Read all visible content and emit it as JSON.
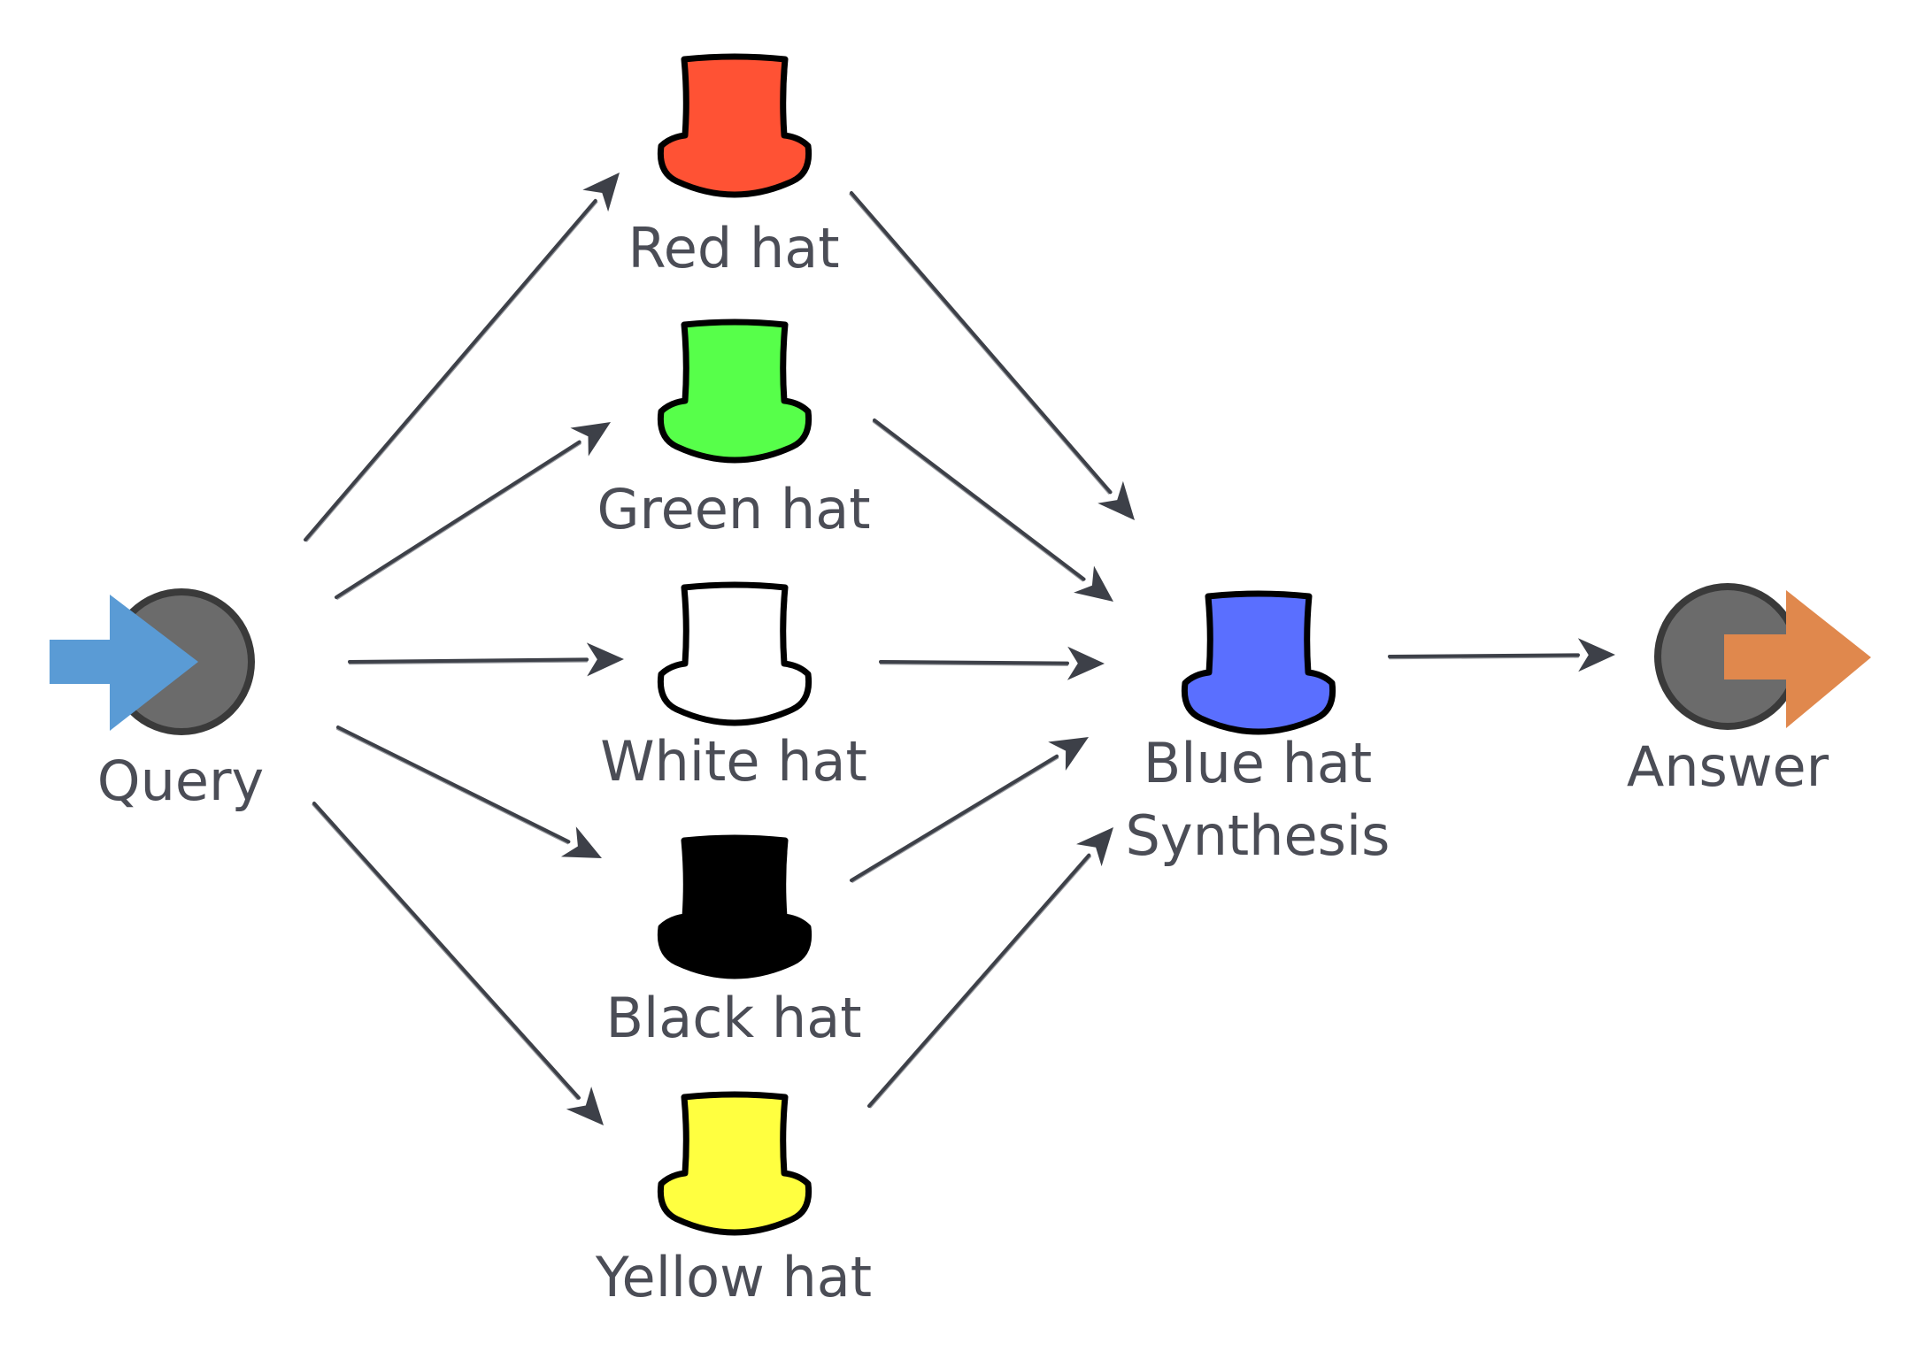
{
  "nodes": {
    "query": {
      "label": "Query",
      "fill": "#6b6b6b",
      "arrow_color": "#5a9bd5"
    },
    "answer": {
      "label": "Answer",
      "fill": "#6b6b6b",
      "arrow_color": "#e0884d"
    },
    "red_hat": {
      "label": "Red hat",
      "color": "#ff5234",
      "icon": "top-hat-icon"
    },
    "green_hat": {
      "label": "Green hat",
      "color": "#57ff4a",
      "icon": "top-hat-icon"
    },
    "white_hat": {
      "label": "White hat",
      "color": "#ffffff",
      "icon": "top-hat-icon"
    },
    "black_hat": {
      "label": "Black hat",
      "color": "#000000",
      "icon": "top-hat-icon"
    },
    "yellow_hat": {
      "label": "Yellow hat",
      "color": "#ffff40",
      "icon": "top-hat-icon"
    },
    "blue_hat": {
      "label_line1": "Blue hat",
      "label_line2": "Synthesis",
      "color": "#5a6fff",
      "icon": "top-hat-icon"
    }
  },
  "edges": [
    [
      "query",
      "red_hat"
    ],
    [
      "query",
      "green_hat"
    ],
    [
      "query",
      "white_hat"
    ],
    [
      "query",
      "black_hat"
    ],
    [
      "query",
      "yellow_hat"
    ],
    [
      "red_hat",
      "blue_hat"
    ],
    [
      "green_hat",
      "blue_hat"
    ],
    [
      "white_hat",
      "blue_hat"
    ],
    [
      "black_hat",
      "blue_hat"
    ],
    [
      "yellow_hat",
      "blue_hat"
    ],
    [
      "blue_hat",
      "answer"
    ]
  ],
  "colors": {
    "arrow": "#3d4048",
    "label_text": "#4b4d56"
  }
}
